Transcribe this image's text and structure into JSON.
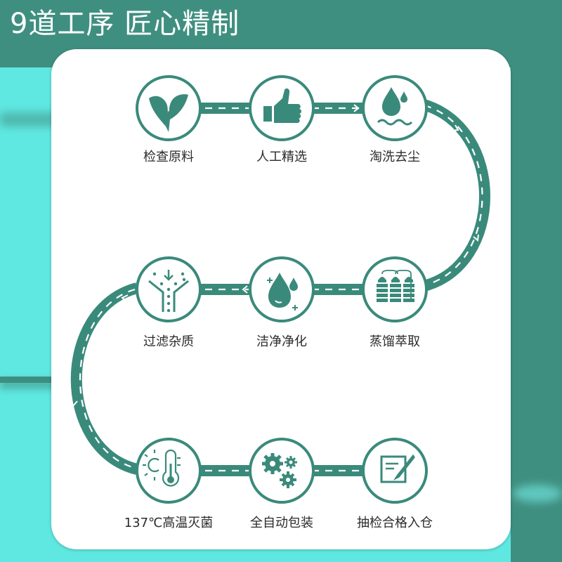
{
  "title": "9道工序 匠心精制",
  "colors": {
    "primary": "#3a8a7b",
    "background_dark": "#3f8f80",
    "background_light": "#5fe8e2",
    "card": "#ffffff",
    "label_text": "#2b2b2b"
  },
  "steps": [
    {
      "index": 1,
      "label": "检查原料",
      "icon": "leaf-sprout-icon"
    },
    {
      "index": 2,
      "label": "人工精选",
      "icon": "thumbs-up-icon"
    },
    {
      "index": 3,
      "label": "淘洗去尘",
      "icon": "water-drop-waves-icon"
    },
    {
      "index": 4,
      "label": "蒸馏萃取",
      "icon": "distillation-columns-icon"
    },
    {
      "index": 5,
      "label": "洁净净化",
      "icon": "sparkling-drops-icon"
    },
    {
      "index": 6,
      "label": "过滤杂质",
      "icon": "filter-funnel-icon"
    },
    {
      "index": 7,
      "label": "137℃高温灭菌",
      "icon": "thermometer-sun-icon"
    },
    {
      "index": 8,
      "label": "全自动包装",
      "icon": "gears-icon"
    },
    {
      "index": 9,
      "label": "抽检合格入仓",
      "icon": "document-pen-icon"
    }
  ]
}
